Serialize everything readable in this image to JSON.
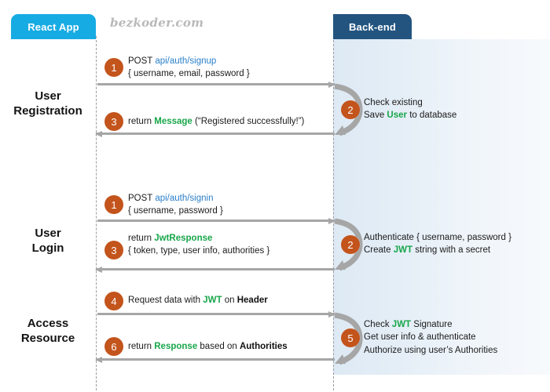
{
  "watermark": "bezkoder.com",
  "actors": {
    "client": {
      "label": "React App",
      "color": "#17abe3"
    },
    "server": {
      "label": "Back-end",
      "color": "#235480"
    }
  },
  "palette": {
    "accent_orange": "#c3541c",
    "link_blue": "#2a7fc9",
    "keyword_green": "#18a64a",
    "arrow_gray": "#a6a6a6",
    "panel_blue": "#dde9f4"
  },
  "sections": [
    {
      "id": "registration",
      "label_line1": "User",
      "label_line2": "Registration"
    },
    {
      "id": "login",
      "label_line1": "User",
      "label_line2": "Login"
    },
    {
      "id": "access",
      "label_line1": "Access",
      "label_line2": "Resource"
    }
  ],
  "steps": {
    "reg_request": {
      "number": "1",
      "line1_a": "POST ",
      "line1_b": "api/auth/signup",
      "line2": "{ username, email, password }"
    },
    "reg_server": {
      "number": "2",
      "line1": "Check existing",
      "line2_a": "Save ",
      "line2_b": "User",
      "line2_c": " to database"
    },
    "reg_response": {
      "number": "3",
      "a": "return ",
      "b": "Message",
      "c": " (“Registered successfully!”)"
    },
    "login_request": {
      "number": "1",
      "line1_a": "POST ",
      "line1_b": "api/auth/signin",
      "line2": "{ username, password }"
    },
    "login_server": {
      "number": "2",
      "line1": "Authenticate { username, password }",
      "line2_a": "Create ",
      "line2_b": "JWT",
      "line2_c": " string with a secret"
    },
    "login_response": {
      "number": "3",
      "line1_a": "return ",
      "line1_b": "JwtResponse",
      "line2": "{ token, type, user info, authorities }"
    },
    "access_request": {
      "number": "4",
      "a": "Request  data with ",
      "b": "JWT",
      "c": " on ",
      "d": "Header"
    },
    "access_server": {
      "number": "5",
      "line1_a": "Check ",
      "line1_b": "JWT",
      "line1_c": " Signature",
      "line2": "Get user info & authenticate",
      "line3": "Authorize using user’s Authorities"
    },
    "access_response": {
      "number": "6",
      "a": "return ",
      "b": "Response",
      "c": " based on ",
      "d": "Authorities"
    }
  }
}
